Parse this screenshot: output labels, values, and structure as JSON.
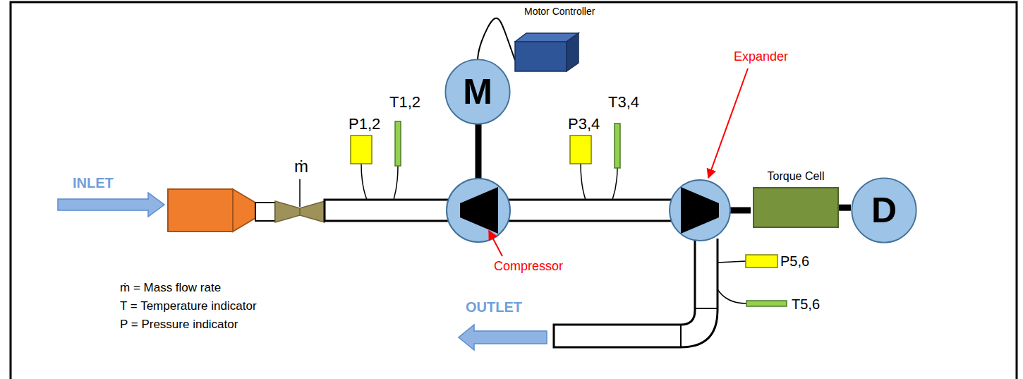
{
  "diagram": {
    "nodes": [
      {
        "text": [
          "Motor Controller"
        ]
      },
      {
        "text": [
          "M"
        ]
      },
      {
        "text": [
          "Torque Cell"
        ]
      },
      {
        "text": [
          "D"
        ]
      }
    ],
    "edges": [
      {
        "from": 0,
        "to": 1,
        "arrow": "none"
      },
      {
        "from": 2,
        "to": 3,
        "arrow": "none"
      }
    ],
    "labels": [
      "INLET",
      "ṁ",
      "P1,2",
      "T1,2",
      "P3,4",
      "T3,4",
      "Expander",
      "Compressor",
      "P5,6",
      "T5,6",
      "OUTLET",
      "ṁ = Mass flow rate",
      "T = Temperature indicator",
      "P = Pressure indicator"
    ]
  }
}
